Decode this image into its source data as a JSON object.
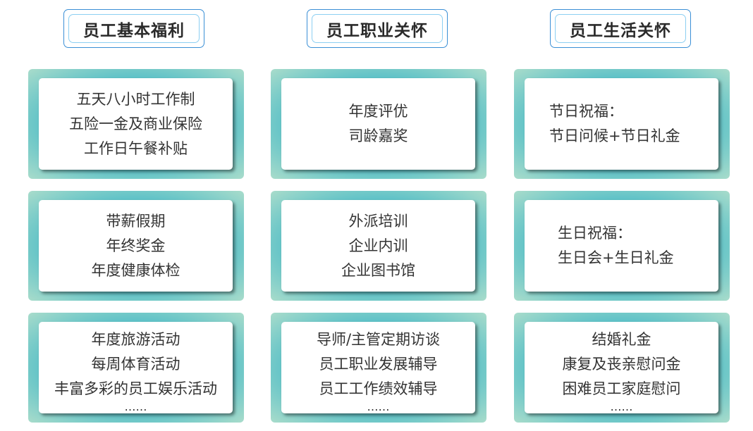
{
  "columns": [
    {
      "title": "员工基本福利",
      "cards": [
        {
          "lines": [
            "五天八小时工作制",
            "五险一金及商业保险",
            "工作日午餐补贴"
          ]
        },
        {
          "lines": [
            "带薪假期",
            "年终奖金",
            "年度健康体检"
          ]
        },
        {
          "lines": [
            "年度旅游活动",
            "每周体育活动",
            "丰富多彩的员工娱乐活动"
          ],
          "more": "……"
        }
      ]
    },
    {
      "title": "员工职业关怀",
      "cards": [
        {
          "lines": [
            "年度评优",
            "司龄嘉奖"
          ]
        },
        {
          "lines": [
            "外派培训",
            "企业内训",
            "企业图书馆"
          ]
        },
        {
          "lines": [
            "导师/主管定期访谈",
            "员工职业发展辅导",
            "员工工作绩效辅导"
          ],
          "more": "……"
        }
      ]
    },
    {
      "title": "员工生活关怀",
      "cards": [
        {
          "lines": [
            "节日祝福：",
            "节日问候+节日礼金"
          ]
        },
        {
          "lines": [
            "生日祝福：",
            "生日会+生日礼金"
          ]
        },
        {
          "lines": [
            "结婚礼金",
            "康复及丧亲慰问金",
            "困难员工家庭慰问"
          ],
          "more": "……"
        }
      ]
    }
  ]
}
